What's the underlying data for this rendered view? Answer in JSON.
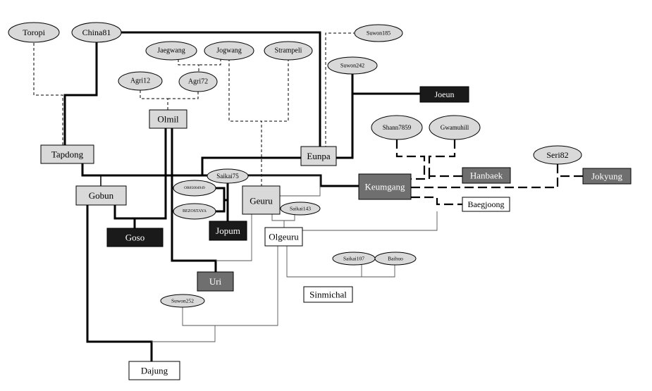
{
  "colors": {
    "background": "#ffffff",
    "ellipse_fill": "#d9d9d9",
    "light_box": "#d9d9d9",
    "gray_box": "#6f6f6f",
    "dark_box": "#1a1a1a",
    "white_box": "#ffffff",
    "line": "#000000",
    "thin_line": "#555555"
  },
  "nodes": {
    "toropi": "Toropi",
    "china81": "China81",
    "suwon185": "Suwon185",
    "jaegwang": "Jaegwang",
    "jogwang": "Jogwang",
    "strampeli": "Strampeli",
    "suwon242": "Suwon242",
    "agri12": "Agri12",
    "agri72": "Agri72",
    "joeun": "Joeun",
    "olmil": "Olmil",
    "shann7859": "Shann7859",
    "gwamuhill": "Gwamuhill",
    "seri82": "Seri82",
    "tapdong": "Tapdong",
    "eunpa": "Eunpa",
    "hanbaek": "Hanbaek",
    "jokyung": "Jokyung",
    "saikai75": "Saikai75",
    "keumgang": "Keumgang",
    "or85004949": "OR85004949",
    "gobun": "Gobun",
    "geuru": "Geuru",
    "baegjoong": "Baegjoong",
    "bezostaya": "BEZOSTAYA",
    "saikai143": "Saikai143",
    "goso": "Goso",
    "jopum": "Jopum",
    "olgeuru": "Olgeuru",
    "saikai107": "Saikai107",
    "baihuo": "Baihuo",
    "uri": "Uri",
    "sinmichal": "Sinmichal",
    "suwon252": "Suwon252",
    "dajung": "Dajung"
  }
}
